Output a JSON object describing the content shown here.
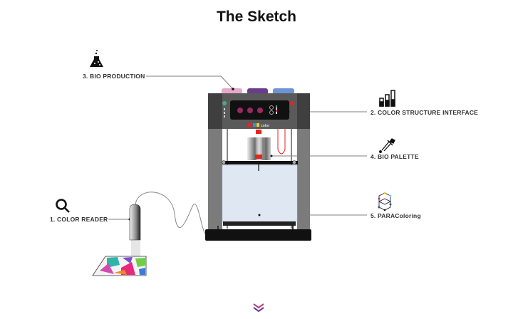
{
  "title": "The Sketch",
  "labels": {
    "color_reader": "1. COLOR READER",
    "color_structure_interface": "2. COLOR STRUCTURE INTERFACE",
    "bio_production": "3. BIO PRODUCTION",
    "bio_palette": "4. BIO PALETTE",
    "paracoloring": "5. PARAColoring"
  },
  "logo_text": "color",
  "colors": {
    "cap_pink": "#e6a9c8",
    "cap_purple": "#6a3c8c",
    "cap_blue": "#6d95d6",
    "frame": "#5a5a5a",
    "leg": "#7b7b7b",
    "tank": "#dfe7f3",
    "button": "#9a2a63",
    "accent_red": "#e8231f",
    "chevron": "#b5407f"
  },
  "icons": [
    "flask-icon",
    "bar-signal-icon",
    "dropper-icon",
    "molecule-icon",
    "magnifier-icon",
    "chevron-down-icon"
  ]
}
